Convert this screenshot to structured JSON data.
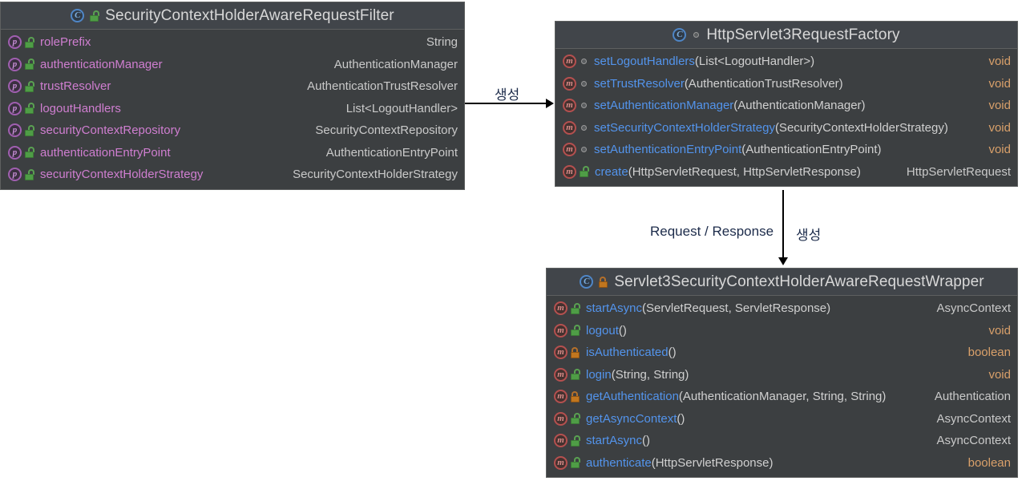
{
  "diagram": {
    "background": "#ffffff",
    "box_bg": "#3c3f41",
    "header_bg": "#41454a",
    "field_name_color": "#cf7ed0",
    "method_name_color": "#5394ec",
    "keyword_type_color": "#d9a06a",
    "plain_type_color": "#c9c9c9"
  },
  "boxes": [
    {
      "id": "security-context-holder-aware-request-filter",
      "title": "SecurityContextHolderAwareRequestFilter",
      "header_icons": [
        "class-icon",
        "lock-open-green-icon"
      ],
      "members": [
        {
          "kind": "property",
          "icons": [
            "property-icon",
            "lock-open-green-icon"
          ],
          "name": "rolePrefix",
          "signature": "",
          "type": "String",
          "type_kind": "plain"
        },
        {
          "kind": "property",
          "icons": [
            "property-icon",
            "lock-open-green-icon"
          ],
          "name": "authenticationManager",
          "signature": "",
          "type": "AuthenticationManager",
          "type_kind": "plain"
        },
        {
          "kind": "property",
          "icons": [
            "property-icon",
            "lock-open-green-icon"
          ],
          "name": "trustResolver",
          "signature": "",
          "type": "AuthenticationTrustResolver",
          "type_kind": "plain"
        },
        {
          "kind": "property",
          "icons": [
            "property-icon",
            "lock-open-green-icon"
          ],
          "name": "logoutHandlers",
          "signature": "",
          "type": "List<LogoutHandler>",
          "type_kind": "plain"
        },
        {
          "kind": "property",
          "icons": [
            "property-icon",
            "lock-open-green-icon"
          ],
          "name": "securityContextRepository",
          "signature": "",
          "type": "SecurityContextRepository",
          "type_kind": "plain"
        },
        {
          "kind": "property",
          "icons": [
            "property-icon",
            "lock-open-green-icon"
          ],
          "name": "authenticationEntryPoint",
          "signature": "",
          "type": "AuthenticationEntryPoint",
          "type_kind": "plain"
        },
        {
          "kind": "property",
          "icons": [
            "property-icon",
            "lock-open-green-icon"
          ],
          "name": "securityContextHolderStrategy",
          "signature": "",
          "type": "SecurityContextHolderStrategy",
          "type_kind": "plain"
        }
      ]
    },
    {
      "id": "http-servlet3-request-factory",
      "title": "HttpServlet3RequestFactory",
      "header_icons": [
        "class-icon",
        "public-dot-icon"
      ],
      "members": [
        {
          "kind": "method",
          "icons": [
            "method-icon",
            "public-dot-icon"
          ],
          "name": "setLogoutHandlers",
          "signature": "(List<LogoutHandler>)",
          "type": "void",
          "type_kind": "keyword"
        },
        {
          "kind": "method",
          "icons": [
            "method-icon",
            "public-dot-icon"
          ],
          "name": "setTrustResolver",
          "signature": "(AuthenticationTrustResolver)",
          "type": "void",
          "type_kind": "keyword"
        },
        {
          "kind": "method",
          "icons": [
            "method-icon",
            "public-dot-icon"
          ],
          "name": "setAuthenticationManager",
          "signature": "(AuthenticationManager)",
          "type": "void",
          "type_kind": "keyword"
        },
        {
          "kind": "method",
          "icons": [
            "method-icon",
            "public-dot-icon"
          ],
          "name": "setSecurityContextHolderStrategy",
          "signature": "(SecurityContextHolderStrategy)",
          "type": "void",
          "type_kind": "keyword"
        },
        {
          "kind": "method",
          "icons": [
            "method-icon",
            "public-dot-icon"
          ],
          "name": "setAuthenticationEntryPoint",
          "signature": "(AuthenticationEntryPoint)",
          "type": "void",
          "type_kind": "keyword"
        },
        {
          "kind": "method",
          "icons": [
            "method-icon",
            "lock-open-green-icon"
          ],
          "name": "create",
          "signature": "(HttpServletRequest, HttpServletResponse)",
          "type": "HttpServletRequest",
          "type_kind": "plain"
        }
      ]
    },
    {
      "id": "servlet3-security-context-holder-aware-request-wrapper",
      "title": "Servlet3SecurityContextHolderAwareRequestWrapper",
      "header_icons": [
        "class-icon",
        "lock-closed-orange-icon"
      ],
      "members": [
        {
          "kind": "method",
          "icons": [
            "method-icon",
            "lock-open-green-icon"
          ],
          "name": "startAsync",
          "signature": "(ServletRequest, ServletResponse)",
          "type": "AsyncContext",
          "type_kind": "plain"
        },
        {
          "kind": "method",
          "icons": [
            "method-icon",
            "lock-open-green-icon"
          ],
          "name": "logout",
          "signature": "()",
          "type": "void",
          "type_kind": "keyword"
        },
        {
          "kind": "method",
          "icons": [
            "method-icon",
            "lock-closed-orange-icon"
          ],
          "name": "isAuthenticated",
          "signature": "()",
          "type": "boolean",
          "type_kind": "keyword"
        },
        {
          "kind": "method",
          "icons": [
            "method-icon",
            "lock-open-green-icon"
          ],
          "name": "login",
          "signature": "(String, String)",
          "type": "void",
          "type_kind": "keyword"
        },
        {
          "kind": "method",
          "icons": [
            "method-icon",
            "lock-closed-orange-icon"
          ],
          "name": "getAuthentication",
          "signature": "(AuthenticationManager, String, String)",
          "type": "Authentication",
          "type_kind": "plain"
        },
        {
          "kind": "method",
          "icons": [
            "method-icon",
            "lock-open-green-icon"
          ],
          "name": "getAsyncContext",
          "signature": "()",
          "type": "AsyncContext",
          "type_kind": "plain"
        },
        {
          "kind": "method",
          "icons": [
            "method-icon",
            "lock-open-green-icon"
          ],
          "name": "startAsync",
          "signature": "()",
          "type": "AsyncContext",
          "type_kind": "plain"
        },
        {
          "kind": "method",
          "icons": [
            "method-icon",
            "lock-open-green-icon"
          ],
          "name": "authenticate",
          "signature": "(HttpServletResponse)",
          "type": "boolean",
          "type_kind": "keyword"
        }
      ]
    }
  ],
  "edges": {
    "filter_to_factory_label": "생성",
    "factory_to_wrapper_label": "생성",
    "request_response_label": "Request / Response"
  }
}
